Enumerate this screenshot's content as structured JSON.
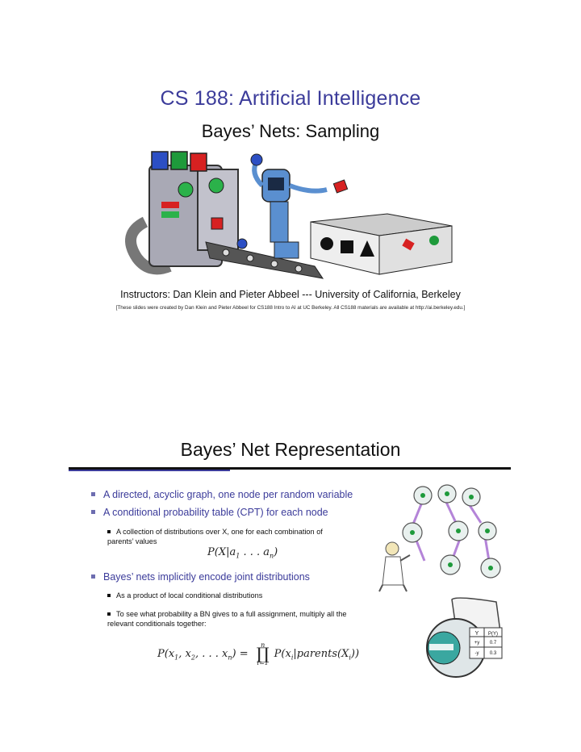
{
  "slide1": {
    "title": "CS 188: Artificial Intelligence",
    "subtitle": "Bayes’ Nets: Sampling",
    "instructors": "Instructors: Dan Klein and Pieter Abbeel --- University of California, Berkeley",
    "note": "[These slides were created by Dan Klein and Pieter Abbeel for CS188 Intro to AI at UC Berkeley.  All CS188 materials are available at http://ai.berkeley.edu.]"
  },
  "slide2": {
    "title": "Bayes’ Net Representation",
    "bullets": [
      "A directed, acyclic graph, one node per random variable",
      "A conditional probability table (CPT) for each node",
      "Bayes’ nets implicitly encode joint distributions"
    ],
    "sub_cpt": "A collection of distributions over X, one for each combination of parents’ values",
    "formula_cpt": {
      "lhs": "P(X|a",
      "sub1": "1",
      "mid": " . . . a",
      "subn": "n",
      "rhs": ")"
    },
    "sub_joint_1": "As a product of local conditional distributions",
    "sub_joint_2": "To see what probability a BN gives to a full assignment, multiply all the relevant conditionals together:",
    "formula_joint": {
      "lhs": "P(x",
      "s1": "1",
      "c1": ", x",
      "s2": "2",
      "c2": ", . . . x",
      "sn": "n",
      "eq": ") =",
      "prod_top": "n",
      "prod": "∏",
      "prod_bot": "i=1",
      "rhs1": "P(x",
      "si": "i",
      "rhs2": "|parents(X",
      "si2": "i",
      "rhs3": "))"
    },
    "robot_table": {
      "col1": "Y",
      "col2": "P(Y)",
      "r1a": "+y",
      "r1b": "0.7",
      "r2a": "-y",
      "r2b": "0.3"
    }
  }
}
